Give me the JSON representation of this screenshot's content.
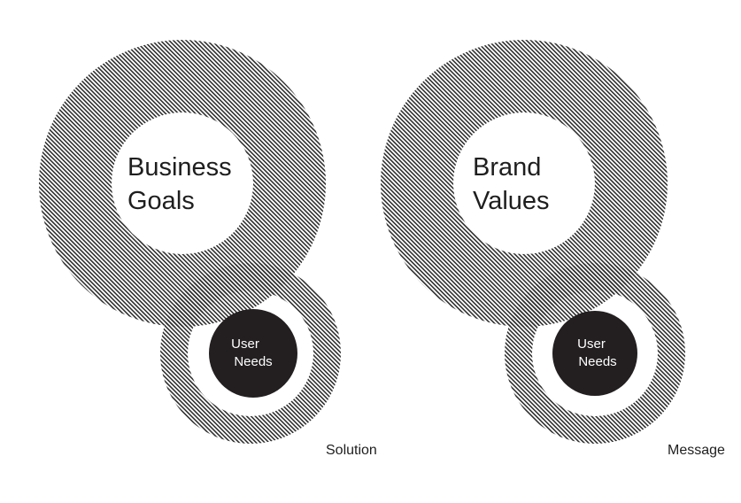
{
  "diagrams": [
    {
      "outer_label_line1": "Business",
      "outer_label_line2": "Goals",
      "inner_label_line1": "User",
      "inner_label_line2": "Needs",
      "caption": "Solution"
    },
    {
      "outer_label_line1": "Brand",
      "outer_label_line2": "Values",
      "inner_label_line1": "User",
      "inner_label_line2": "Needs",
      "caption": "Message"
    }
  ],
  "colors": {
    "hatch": "#2b2b2b",
    "core": "#231f20",
    "text_dark": "#1e1e1e",
    "text_light": "#ffffff",
    "background": "#ffffff"
  }
}
